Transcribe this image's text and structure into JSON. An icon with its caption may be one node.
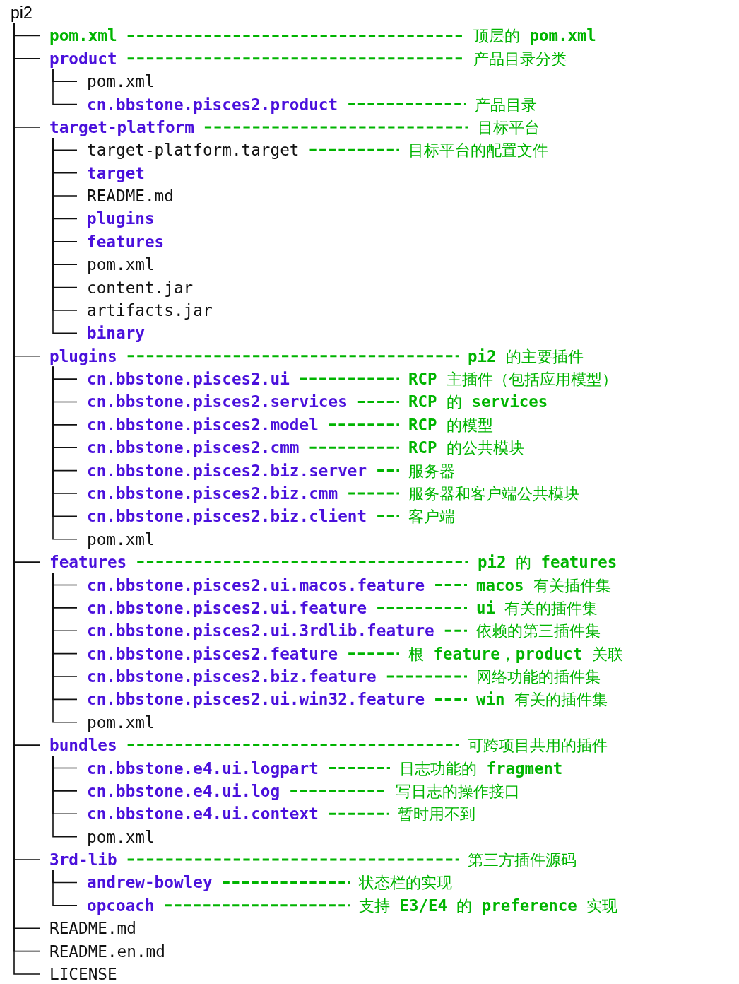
{
  "diagram": {
    "nodes": [
      {
        "text": [
          "pi2"
        ]
      },
      {
        "text": [
          "pom.xml"
        ]
      },
      {
        "text": [
          "顶层的 **pom.xml**"
        ]
      },
      {
        "text": [
          "product"
        ]
      },
      {
        "text": [
          "产品目录分类"
        ]
      },
      {
        "text": [
          "pom.xml"
        ]
      },
      {
        "text": [
          "cn.bbstone.pisces2.product"
        ]
      },
      {
        "text": [
          "产品目录"
        ]
      },
      {
        "text": [
          "target-platform"
        ]
      },
      {
        "text": [
          "目标平台"
        ]
      },
      {
        "text": [
          "target-platform.target"
        ]
      },
      {
        "text": [
          "目标平台的配置文件"
        ]
      },
      {
        "text": [
          "target"
        ]
      },
      {
        "text": [
          "README.md"
        ]
      },
      {
        "text": [
          "plugins"
        ]
      },
      {
        "text": [
          "features"
        ]
      },
      {
        "text": [
          "pom.xml"
        ]
      },
      {
        "text": [
          "content.jar"
        ]
      },
      {
        "text": [
          "artifacts.jar"
        ]
      },
      {
        "text": [
          "binary"
        ]
      },
      {
        "text": [
          "plugins"
        ]
      },
      {
        "text": [
          "**pi2** 的主要插件"
        ]
      },
      {
        "text": [
          "cn.bbstone.pisces2.ui"
        ]
      },
      {
        "text": [
          "**RCP** 主插件（包括应用模型）"
        ]
      },
      {
        "text": [
          "cn.bbstone.pisces2.services"
        ]
      },
      {
        "text": [
          "**RCP** 的 **services**"
        ]
      },
      {
        "text": [
          "cn.bbstone.pisces2.model"
        ]
      },
      {
        "text": [
          "**RCP** 的模型"
        ]
      },
      {
        "text": [
          "cn.bbstone.pisces2.cmm"
        ]
      },
      {
        "text": [
          "**RCP** 的公共模块"
        ]
      },
      {
        "text": [
          "cn.bbstone.pisces2.biz.server"
        ]
      },
      {
        "text": [
          "服务器"
        ]
      },
      {
        "text": [
          "cn.bbstone.pisces2.biz.cmm"
        ]
      },
      {
        "text": [
          "服务器和客户端公共模块"
        ]
      },
      {
        "text": [
          "cn.bbstone.pisces2.biz.client"
        ]
      },
      {
        "text": [
          "客户端"
        ]
      },
      {
        "text": [
          "pom.xml"
        ]
      },
      {
        "text": [
          "features"
        ]
      },
      {
        "text": [
          "**pi2** 的 **features**"
        ]
      },
      {
        "text": [
          "cn.bbstone.pisces2.ui.macos.feature"
        ]
      },
      {
        "text": [
          "**macos** 有关插件集"
        ]
      },
      {
        "text": [
          "cn.bbstone.pisces2.ui.feature"
        ]
      },
      {
        "text": [
          "**ui** 有关的插件集"
        ]
      },
      {
        "text": [
          "cn.bbstone.pisces2.ui.3rdlib.feature"
        ]
      },
      {
        "text": [
          "依赖的第三插件集"
        ]
      },
      {
        "text": [
          "cn.bbstone.pisces2.feature"
        ]
      },
      {
        "text": [
          "根 **feature**，**product** 关联"
        ]
      },
      {
        "text": [
          "cn.bbstone.pisces2.biz.feature"
        ]
      },
      {
        "text": [
          "网络功能的插件集"
        ]
      },
      {
        "text": [
          "cn.bbstone.pisces2.ui.win32.feature"
        ]
      },
      {
        "text": [
          "**win** 有关的插件集"
        ]
      },
      {
        "text": [
          "pom.xml"
        ]
      },
      {
        "text": [
          "bundles"
        ]
      },
      {
        "text": [
          "可跨项目共用的插件"
        ]
      },
      {
        "text": [
          "cn.bbstone.e4.ui.logpart"
        ]
      },
      {
        "text": [
          "日志功能的 **fragment**"
        ]
      },
      {
        "text": [
          "cn.bbstone.e4.ui.log"
        ]
      },
      {
        "text": [
          "写日志的操作接口"
        ]
      },
      {
        "text": [
          "cn.bbstone.e4.ui.context"
        ]
      },
      {
        "text": [
          "暂时用不到"
        ]
      },
      {
        "text": [
          "pom.xml"
        ]
      },
      {
        "text": [
          "3rd-lib"
        ]
      },
      {
        "text": [
          "第三方插件源码"
        ]
      },
      {
        "text": [
          "andrew-bowley"
        ]
      },
      {
        "text": [
          "状态栏的实现"
        ]
      },
      {
        "text": [
          "opcoach"
        ]
      },
      {
        "text": [
          "支持 **E3/E4** 的 **preference** 实现"
        ]
      },
      {
        "text": [
          "README.md"
        ]
      },
      {
        "text": [
          "README.en.md"
        ]
      },
      {
        "text": [
          "LICENSE"
        ]
      }
    ],
    "edges": [
      {
        "from": 0,
        "to": 1,
        "arrow": "none"
      },
      {
        "from": 1,
        "to": 2,
        "arrow": "none",
        "style": "dashed",
        "color": "#00b400"
      },
      {
        "from": 0,
        "to": 3,
        "arrow": "none"
      },
      {
        "from": 3,
        "to": 4,
        "arrow": "none",
        "style": "dashed",
        "color": "#00b400"
      },
      {
        "from": 3,
        "to": 5,
        "arrow": "none"
      },
      {
        "from": 3,
        "to": 6,
        "arrow": "none"
      },
      {
        "from": 6,
        "to": 7,
        "arrow": "none",
        "style": "dashed",
        "color": "#00b400"
      },
      {
        "from": 0,
        "to": 8,
        "arrow": "none"
      },
      {
        "from": 8,
        "to": 9,
        "arrow": "none",
        "style": "dashed",
        "color": "#00b400"
      },
      {
        "from": 8,
        "to": 10,
        "arrow": "none"
      },
      {
        "from": 10,
        "to": 11,
        "arrow": "none",
        "style": "dashed",
        "color": "#00b400"
      },
      {
        "from": 8,
        "to": 12,
        "arrow": "none"
      },
      {
        "from": 8,
        "to": 13,
        "arrow": "none"
      },
      {
        "from": 8,
        "to": 14,
        "arrow": "none"
      },
      {
        "from": 8,
        "to": 15,
        "arrow": "none"
      },
      {
        "from": 8,
        "to": 16,
        "arrow": "none"
      },
      {
        "from": 8,
        "to": 17,
        "arrow": "none"
      },
      {
        "from": 8,
        "to": 18,
        "arrow": "none"
      },
      {
        "from": 8,
        "to": 19,
        "arrow": "none"
      },
      {
        "from": 0,
        "to": 20,
        "arrow": "none"
      },
      {
        "from": 20,
        "to": 21,
        "arrow": "none",
        "style": "dashed",
        "color": "#00b400"
      },
      {
        "from": 20,
        "to": 22,
        "arrow": "none"
      },
      {
        "from": 22,
        "to": 23,
        "arrow": "none",
        "style": "dashed",
        "color": "#00b400"
      },
      {
        "from": 20,
        "to": 24,
        "arrow": "none"
      },
      {
        "from": 24,
        "to": 25,
        "arrow": "none",
        "style": "dashed",
        "color": "#00b400"
      },
      {
        "from": 20,
        "to": 26,
        "arrow": "none"
      },
      {
        "from": 26,
        "to": 27,
        "arrow": "none",
        "style": "dashed",
        "color": "#00b400"
      },
      {
        "from": 20,
        "to": 28,
        "arrow": "none"
      },
      {
        "from": 28,
        "to": 29,
        "arrow": "none",
        "style": "dashed",
        "color": "#00b400"
      },
      {
        "from": 20,
        "to": 30,
        "arrow": "none"
      },
      {
        "from": 30,
        "to": 31,
        "arrow": "none",
        "style": "dashed",
        "color": "#00b400"
      },
      {
        "from": 20,
        "to": 32,
        "arrow": "none"
      },
      {
        "from": 32,
        "to": 33,
        "arrow": "none",
        "style": "dashed",
        "color": "#00b400"
      },
      {
        "from": 20,
        "to": 34,
        "arrow": "none"
      },
      {
        "from": 34,
        "to": 35,
        "arrow": "none",
        "style": "dashed",
        "color": "#00b400"
      },
      {
        "from": 20,
        "to": 36,
        "arrow": "none"
      },
      {
        "from": 0,
        "to": 37,
        "arrow": "none"
      },
      {
        "from": 37,
        "to": 38,
        "arrow": "none",
        "style": "dashed",
        "color": "#00b400"
      },
      {
        "from": 37,
        "to": 39,
        "arrow": "none"
      },
      {
        "from": 39,
        "to": 40,
        "arrow": "none",
        "style": "dashed",
        "color": "#00b400"
      },
      {
        "from": 37,
        "to": 41,
        "arrow": "none"
      },
      {
        "from": 41,
        "to": 42,
        "arrow": "none",
        "style": "dashed",
        "color": "#00b400"
      },
      {
        "from": 37,
        "to": 43,
        "arrow": "none"
      },
      {
        "from": 43,
        "to": 44,
        "arrow": "none",
        "style": "dashed",
        "color": "#00b400"
      },
      {
        "from": 37,
        "to": 45,
        "arrow": "none"
      },
      {
        "from": 45,
        "to": 46,
        "arrow": "none",
        "style": "dashed",
        "color": "#00b400"
      },
      {
        "from": 37,
        "to": 47,
        "arrow": "none"
      },
      {
        "from": 47,
        "to": 48,
        "arrow": "none",
        "style": "dashed",
        "color": "#00b400"
      },
      {
        "from": 37,
        "to": 49,
        "arrow": "none"
      },
      {
        "from": 49,
        "to": 50,
        "arrow": "none",
        "style": "dashed",
        "color": "#00b400"
      },
      {
        "from": 37,
        "to": 51,
        "arrow": "none"
      },
      {
        "from": 0,
        "to": 52,
        "arrow": "none"
      },
      {
        "from": 52,
        "to": 53,
        "arrow": "none",
        "style": "dashed",
        "color": "#00b400"
      },
      {
        "from": 52,
        "to": 54,
        "arrow": "none"
      },
      {
        "from": 54,
        "to": 55,
        "arrow": "none",
        "style": "dashed",
        "color": "#00b400"
      },
      {
        "from": 52,
        "to": 56,
        "arrow": "none"
      },
      {
        "from": 56,
        "to": 57,
        "arrow": "none",
        "style": "dashed",
        "color": "#00b400"
      },
      {
        "from": 52,
        "to": 58,
        "arrow": "none"
      },
      {
        "from": 58,
        "to": 59,
        "arrow": "none",
        "style": "dashed",
        "color": "#00b400"
      },
      {
        "from": 52,
        "to": 60,
        "arrow": "none"
      },
      {
        "from": 0,
        "to": 61,
        "arrow": "none"
      },
      {
        "from": 61,
        "to": 62,
        "arrow": "none",
        "style": "dashed",
        "color": "#00b400"
      },
      {
        "from": 61,
        "to": 63,
        "arrow": "none"
      },
      {
        "from": 63,
        "to": 64,
        "arrow": "none",
        "style": "dashed",
        "color": "#00b400"
      },
      {
        "from": 61,
        "to": 65,
        "arrow": "none"
      },
      {
        "from": 65,
        "to": 66,
        "arrow": "none",
        "style": "dashed",
        "color": "#00b400"
      },
      {
        "from": 0,
        "to": 67,
        "arrow": "none"
      },
      {
        "from": 0,
        "to": 68,
        "arrow": "none"
      },
      {
        "from": 0,
        "to": 69,
        "arrow": "none"
      }
    ]
  }
}
